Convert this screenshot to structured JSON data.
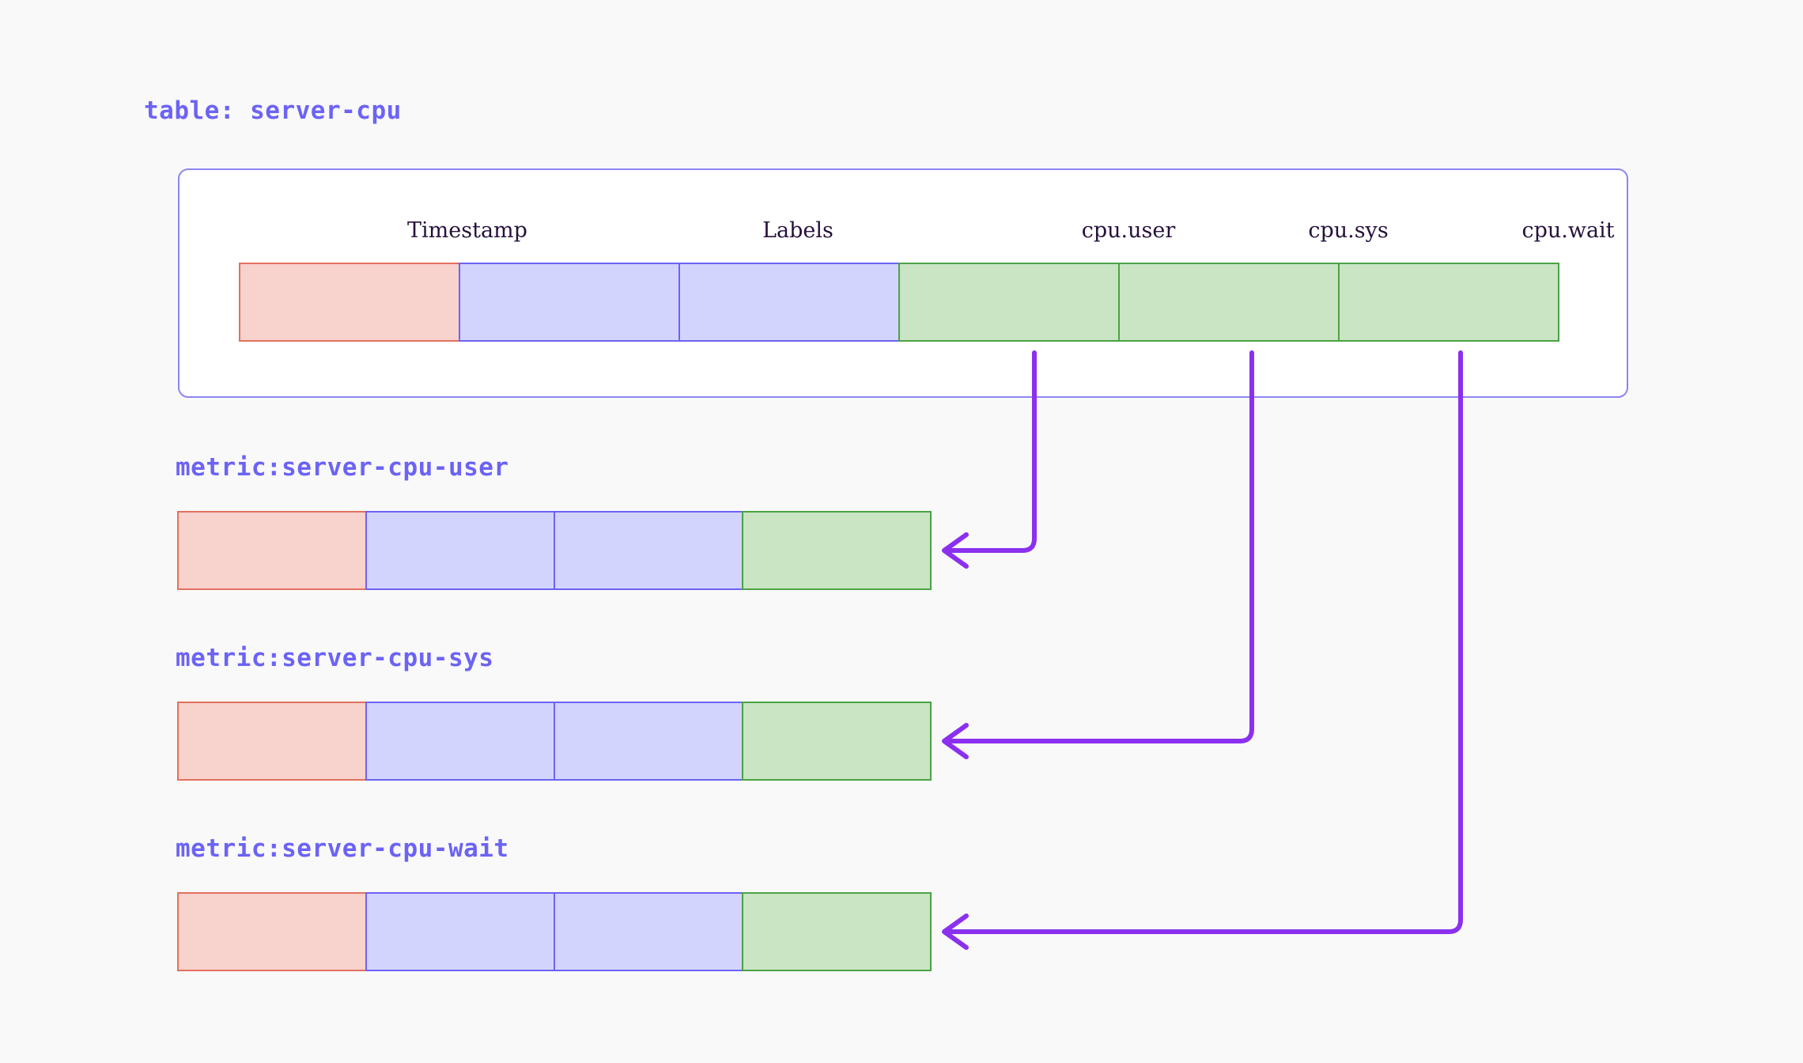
{
  "page": {
    "background_color": "#f9f9fa",
    "accent_color": "#6c63f5",
    "arrow_color": "#8b30ef"
  },
  "table": {
    "title": "table: server-cpu",
    "panel": {
      "border_color": "#8d86f0",
      "background_color": "#ffffff"
    },
    "columns": [
      {
        "label": "Timestamp",
        "kind": "timestamp",
        "color": "pink"
      },
      {
        "label": "Labels",
        "kind": "labels",
        "color": "lavender"
      },
      {
        "label": "",
        "kind": "labels",
        "color": "lavender"
      },
      {
        "label": "cpu.user",
        "kind": "value",
        "color": "green"
      },
      {
        "label": "cpu.sys",
        "kind": "value",
        "color": "green"
      },
      {
        "label": "cpu.wait",
        "kind": "value",
        "color": "green"
      }
    ],
    "row_cells": [
      {
        "color": "pink"
      },
      {
        "color": "lavender"
      },
      {
        "color": "lavender"
      },
      {
        "color": "green"
      },
      {
        "color": "green"
      },
      {
        "color": "green"
      }
    ]
  },
  "metrics": [
    {
      "title": "metric:server-cpu-user",
      "source_column": "cpu.user",
      "cells": [
        {
          "color": "pink"
        },
        {
          "color": "lavender"
        },
        {
          "color": "lavender"
        },
        {
          "color": "green"
        }
      ]
    },
    {
      "title": "metric:server-cpu-sys",
      "source_column": "cpu.sys",
      "cells": [
        {
          "color": "pink"
        },
        {
          "color": "lavender"
        },
        {
          "color": "lavender"
        },
        {
          "color": "green"
        }
      ]
    },
    {
      "title": "metric:server-cpu-wait",
      "source_column": "cpu.wait",
      "cells": [
        {
          "color": "pink"
        },
        {
          "color": "lavender"
        },
        {
          "color": "lavender"
        },
        {
          "color": "green"
        }
      ]
    }
  ],
  "arrows": [
    {
      "from": "cpu.user",
      "to": "metric:server-cpu-user"
    },
    {
      "from": "cpu.sys",
      "to": "metric:server-cpu-sys"
    },
    {
      "from": "cpu.wait",
      "to": "metric:server-cpu-wait"
    }
  ],
  "palette": {
    "pink_fill": "#f8d2cd",
    "pink_border": "#e2705f",
    "lavender_fill": "#d3d4fd",
    "lavender_border": "#6c63f5",
    "green_fill": "#c9e5c4",
    "green_border": "#4ba345"
  }
}
